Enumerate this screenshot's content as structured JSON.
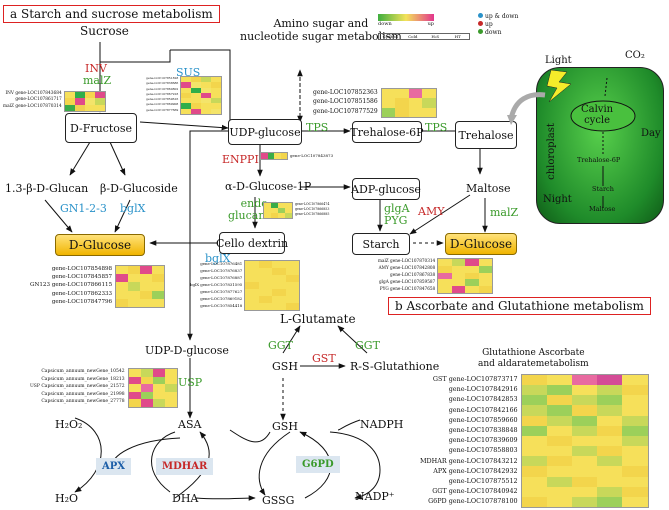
{
  "sections": {
    "a": "a  Starch and sucrose metabolism",
    "b": "b  Ascorbate and Glutathione metabolism"
  },
  "nodes": {
    "sucrose": "Sucrose",
    "amino": "Amino sugar and\nnucleotide sugar metabolism",
    "d_fructose": "D-Fructose",
    "udp_glucose": "UDP-glucose",
    "trehalose6p": "Trehalose-6P",
    "trehalose": "Trehalose",
    "glucan": "1.3-β-D-Glucan",
    "glucoside": "β-D-Glucoside",
    "d_glucose_left": "D-Glucose",
    "a_glucose_1p": "α-D-Glucose-1P",
    "adp_glucose": "ADP-glucose",
    "maltose": "Maltose",
    "cello": "Cello dextrin",
    "starch": "Starch",
    "d_glucose_right": "D-Glucose",
    "l_glutamate": "L-Glutamate",
    "udp_d_glucose": "UDP-D-glucose",
    "gsh_mid": "GSH",
    "rs_glutathione": "R-S-Glutathione",
    "h2o2": "H₂O₂",
    "asa": "ASA",
    "h2o": "H₂O",
    "dha": "DHA",
    "gsh_low": "GSH",
    "gssg": "GSSG",
    "nadph": "NADPH",
    "nadp": "NADP⁺"
  },
  "enzymes": {
    "inv": "INV",
    "malz_top": "malZ",
    "sus": "SUS",
    "tps1": "TPS",
    "tps2": "TPS",
    "enppi": "ENPPI",
    "gn123": "GN1-2-3",
    "bglx1": "bglX",
    "endo": "endo-\nglucanase",
    "glga": "glgA",
    "pyg": "PYG",
    "amy": "AMY",
    "malz_right": "malZ",
    "bglx2": "bglX",
    "ggt_left": "GGT",
    "ggt_right": "GGT",
    "gst": "GST",
    "usp": "USP",
    "apx": "APX",
    "mdhar": "MDHAR",
    "g6pd": "G6PD"
  },
  "legend": {
    "down": "down",
    "up": "up",
    "cols": [
      "Control",
      "Cold",
      "H₂S",
      "HT"
    ],
    "items": [
      "up & down",
      "up",
      "down"
    ],
    "colors": [
      "#2a92c9",
      "#c62828",
      "#3a9a2a"
    ]
  },
  "chloroplast": {
    "light": "Light",
    "co2": "CO₂",
    "calvin": "Calvin\ncycle",
    "day": "Day",
    "night": "Night",
    "label": "chloroplast",
    "t6p": "Trehalose-6P",
    "starch": "Starch",
    "maltose": "Maltose"
  },
  "gene_lists": {
    "inv": [
      "INV gene-LOC107843684",
      "gene-LOC107861717",
      "malZ gene-LOC107870314"
    ],
    "sus": [
      "gene-LOC107851828",
      "gene-LOC107838686",
      "gene-LOC107860802",
      "gene-LOC107867918",
      "gene-LOC107859616",
      "gene-LOC107869908",
      "gene-LOC107877669"
    ],
    "tps": [
      "gene-LOC107852363",
      "gene-LOC107851586",
      "gene-LOC107877529"
    ],
    "enppi": [
      "gene-LOC107843873"
    ],
    "endo": [
      "gene-LOC107866474",
      "gene-LOC107866853",
      "gene-LOC107866885"
    ],
    "dglc": [
      "gene-LOC107854898",
      "gene-LOC107845857",
      "GN123 gene-LOC107866115",
      "gene-LOC107862333",
      "gene-LOC107847796"
    ],
    "bglx": [
      "gene-LOC107876481",
      "gene-LOC107876837",
      "gene-LOC107876887",
      "bglX gene-LOC107831595",
      "gene-LOC107877627",
      "gene-LOC107869182",
      "gene-LOC107854418"
    ],
    "amy": [
      "malZ gene-LOC107870314",
      "AMY gene-LOC107842808",
      "gene-LOC107867838",
      "glgA gene-LOC107859587",
      "PYG gene-LOC107847658"
    ],
    "usp": [
      "Capsicum_annuum_newGene_10542",
      "Capsicum_annuum_newGene_18213",
      "USP Capsicum_annuum_newGene_21572",
      "Capsicum_annuum_newGene_21998",
      "Capsicum_annuum_newGene_27778"
    ],
    "glut_title": "Glutathione Ascorbate\nand aldaratemetabolism",
    "glut": [
      "GST gene-LOC107873717",
      "gene-LOC107842916",
      "gene-LOC107842853",
      "gene-LOC107842166",
      "gene-LOC107859660",
      "gene-LOC107838848",
      "gene-LOC107839609",
      "gene-LOC107858803",
      "MDHAR gene-LOC107843212",
      "APX gene-LOC107842932",
      "gene-LOC107875512",
      "GGT gene-LOC107840942",
      "G6PD gene-LOC107878100"
    ]
  },
  "heatmaps": {
    "inv": [
      [
        "#f6e05a",
        "#2fae4a",
        "#f6d64e",
        "#e04a8a"
      ],
      [
        "#f4d64c",
        "#e04a8a",
        "#f4e46a",
        "#c8d85a"
      ],
      [
        "#3aac48",
        "#f0d050",
        "#f6e05a",
        "#f6e05a"
      ]
    ],
    "sus": [
      [
        "#f6e05a",
        "#f3d54c",
        "#c8d85a",
        "#f6e05a"
      ],
      [
        "#e04a8a",
        "#f4e46a",
        "#f6e05a",
        "#f3d54c"
      ],
      [
        "#f6e05a",
        "#2fae4a",
        "#f4e46a",
        "#f6e05a"
      ],
      [
        "#f3d54c",
        "#f6e05a",
        "#e04a8a",
        "#f6e05a"
      ],
      [
        "#f6e05a",
        "#f6e05a",
        "#f4e46a",
        "#c8d85a"
      ],
      [
        "#2fae4a",
        "#f3d54c",
        "#f6e05a",
        "#f6e05a"
      ],
      [
        "#f6e05a",
        "#e04a8a",
        "#f6e05a",
        "#f4e46a"
      ]
    ],
    "tps": [
      [
        "#f6e05a",
        "#f6e05a",
        "#e86aa0",
        "#f6e05a"
      ],
      [
        "#f6e05a",
        "#f3d54c",
        "#f6e05a",
        "#c8d85a"
      ],
      [
        "#9cd05a",
        "#f3d54c",
        "#f6e05a",
        "#f6e05a"
      ]
    ],
    "enppi": [
      [
        "#e04a8a",
        "#3aac48",
        "#f6e05a",
        "#f3d54c"
      ]
    ],
    "endo": [
      [
        "#f6e05a",
        "#3aac48",
        "#f6e05a",
        "#f6e05a"
      ],
      [
        "#f6e05a",
        "#f6e05a",
        "#9cd05a",
        "#f6e05a"
      ],
      [
        "#f6e05a",
        "#f3d54c",
        "#f6e05a",
        "#c8d85a"
      ]
    ],
    "dglc": [
      [
        "#f6e05a",
        "#f3d54c",
        "#e04a8a",
        "#f6e05a"
      ],
      [
        "#e04a8a",
        "#f6e05a",
        "#f6e05a",
        "#f3d54c"
      ],
      [
        "#f6e05a",
        "#c8d85a",
        "#f6e05a",
        "#f6e05a"
      ],
      [
        "#f6e05a",
        "#f6e05a",
        "#f3d54c",
        "#9cd05a"
      ],
      [
        "#f3d54c",
        "#f6e05a",
        "#f6e05a",
        "#f6e05a"
      ]
    ],
    "bglx": [
      [
        "#f6e05a",
        "#f3d54c",
        "#f6e05a",
        "#f6e05a"
      ],
      [
        "#f6e05a",
        "#f6e05a",
        "#f3d54c",
        "#f6e05a"
      ],
      [
        "#f6e05a",
        "#f6e05a",
        "#f6e05a",
        "#f3d54c"
      ],
      [
        "#f3d54c",
        "#f6e05a",
        "#f6e05a",
        "#f6e05a"
      ],
      [
        "#f6e05a",
        "#f6e05a",
        "#f3d54c",
        "#f6e05a"
      ],
      [
        "#f6e05a",
        "#f3d54c",
        "#f6e05a",
        "#f6e05a"
      ],
      [
        "#f6e05a",
        "#f6e05a",
        "#f6e05a",
        "#f3d54c"
      ]
    ],
    "amy": [
      [
        "#f6e05a",
        "#c8d85a",
        "#e04a8a",
        "#f6e05a"
      ],
      [
        "#f3d54c",
        "#f6e05a",
        "#f6e05a",
        "#9cd05a"
      ],
      [
        "#e86aa0",
        "#f6e05a",
        "#f3d54c",
        "#f6e05a"
      ],
      [
        "#f6e05a",
        "#f6e05a",
        "#9cd05a",
        "#f6e05a"
      ],
      [
        "#f6e05a",
        "#e04a8a",
        "#f6e05a",
        "#f3d54c"
      ]
    ],
    "usp": [
      [
        "#f6e05a",
        "#c8d85a",
        "#e04a8a",
        "#f6e05a"
      ],
      [
        "#e04a8a",
        "#f3d54c",
        "#9cd05a",
        "#f6e05a"
      ],
      [
        "#f6e05a",
        "#e86aa0",
        "#f6e05a",
        "#c8d85a"
      ],
      [
        "#e04a8a",
        "#9cd05a",
        "#f6e05a",
        "#f6e05a"
      ],
      [
        "#f3d54c",
        "#e04a8a",
        "#c8d85a",
        "#f6e05a"
      ]
    ],
    "glut": [
      [
        "#f3d54c",
        "#f6e05a",
        "#e86aa0",
        "#d44c96",
        "#f6e05a"
      ],
      [
        "#c8d85a",
        "#9cd05a",
        "#f6e05a",
        "#c8d85a",
        "#f3d54c"
      ],
      [
        "#9cd05a",
        "#f3d54c",
        "#c8d85a",
        "#9cd05a",
        "#f6e05a"
      ],
      [
        "#c8d85a",
        "#9cd05a",
        "#f3d54c",
        "#c8d85a",
        "#f6e05a"
      ],
      [
        "#f3d54c",
        "#c8d85a",
        "#9cd05a",
        "#f6e05a",
        "#c8d85a"
      ],
      [
        "#9cd05a",
        "#f6e05a",
        "#c8d85a",
        "#f3d54c",
        "#9cd05a"
      ],
      [
        "#f6e05a",
        "#f3d54c",
        "#f6e05a",
        "#f6e05a",
        "#c8d85a"
      ],
      [
        "#f6e05a",
        "#f6e05a",
        "#c8d85a",
        "#f3d54c",
        "#f6e05a"
      ],
      [
        "#c8d85a",
        "#f3d54c",
        "#f6e05a",
        "#c8d85a",
        "#f6e05a"
      ],
      [
        "#f3d54c",
        "#f6e05a",
        "#f6e05a",
        "#f6e05a",
        "#f3d54c"
      ],
      [
        "#f6e05a",
        "#c8d85a",
        "#f3d54c",
        "#f6e05a",
        "#f6e05a"
      ],
      [
        "#f6e05a",
        "#f6e05a",
        "#f6e05a",
        "#c8d85a",
        "#f3d54c"
      ],
      [
        "#f3d54c",
        "#f6e05a",
        "#c8d85a",
        "#9cd05a",
        "#f6e05a"
      ]
    ]
  }
}
